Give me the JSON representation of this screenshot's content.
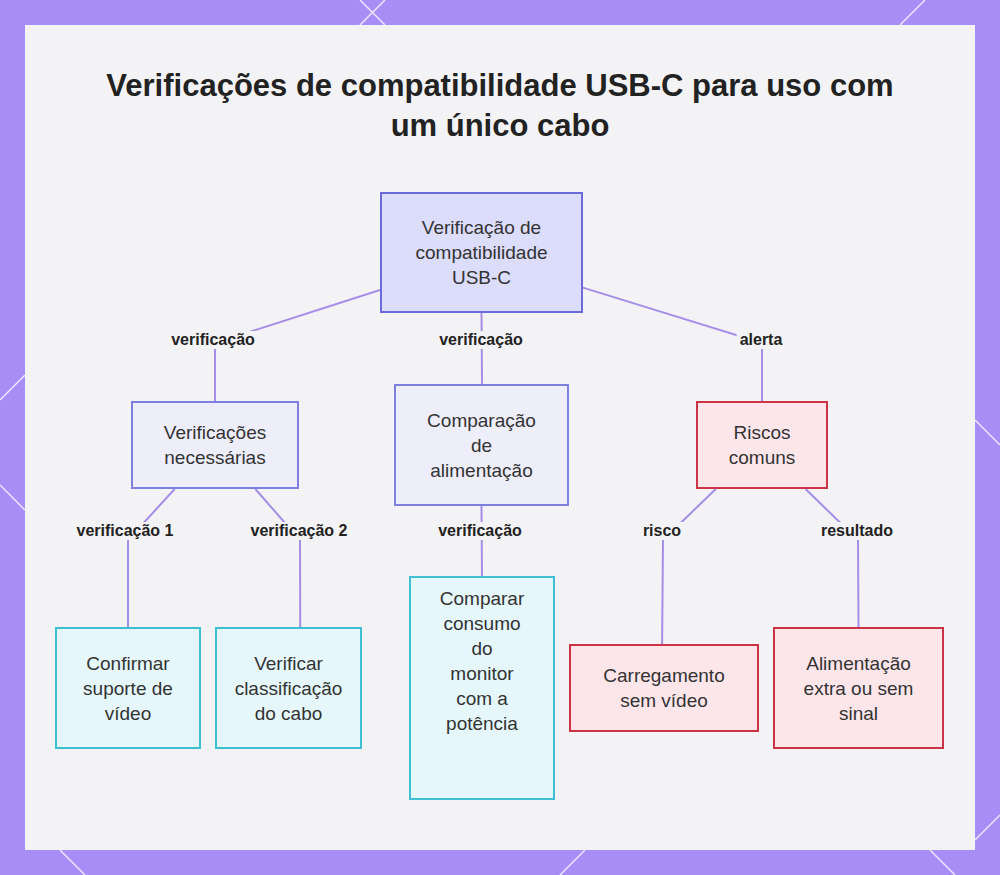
{
  "diagram": {
    "title": "Verificações de compatibilidade USB-C para uso com um único cabo",
    "nodes": [
      {
        "text": [
          "Verificação de compatibilidade USB-C"
        ]
      },
      {
        "text": [
          "Verificações necessárias"
        ]
      },
      {
        "text": [
          "Comparação de alimentação"
        ]
      },
      {
        "text": [
          "Riscos comuns"
        ]
      },
      {
        "text": [
          "Confirmar suporte de vídeo"
        ]
      },
      {
        "text": [
          "Verificar classificação do cabo"
        ]
      },
      {
        "text": [
          "Comparar consumo do monitor com a potência"
        ]
      },
      {
        "text": [
          "Carregamento sem vídeo"
        ]
      },
      {
        "text": [
          "Alimentação extra ou sem sinal"
        ]
      }
    ],
    "edges": [
      {
        "from": 0,
        "to": 1,
        "label": "verificação",
        "arrow": "none"
      },
      {
        "from": 0,
        "to": 2,
        "label": "verificação",
        "arrow": "none"
      },
      {
        "from": 0,
        "to": 3,
        "label": "alerta",
        "arrow": "none"
      },
      {
        "from": 1,
        "to": 4,
        "label": "verificação 1",
        "arrow": "none"
      },
      {
        "from": 1,
        "to": 5,
        "label": "verificação 2",
        "arrow": "none"
      },
      {
        "from": 2,
        "to": 6,
        "label": "verificação",
        "arrow": "none"
      },
      {
        "from": 3,
        "to": 7,
        "label": "risco",
        "arrow": "none"
      },
      {
        "from": 3,
        "to": 8,
        "label": "resultado",
        "arrow": "none"
      }
    ]
  }
}
